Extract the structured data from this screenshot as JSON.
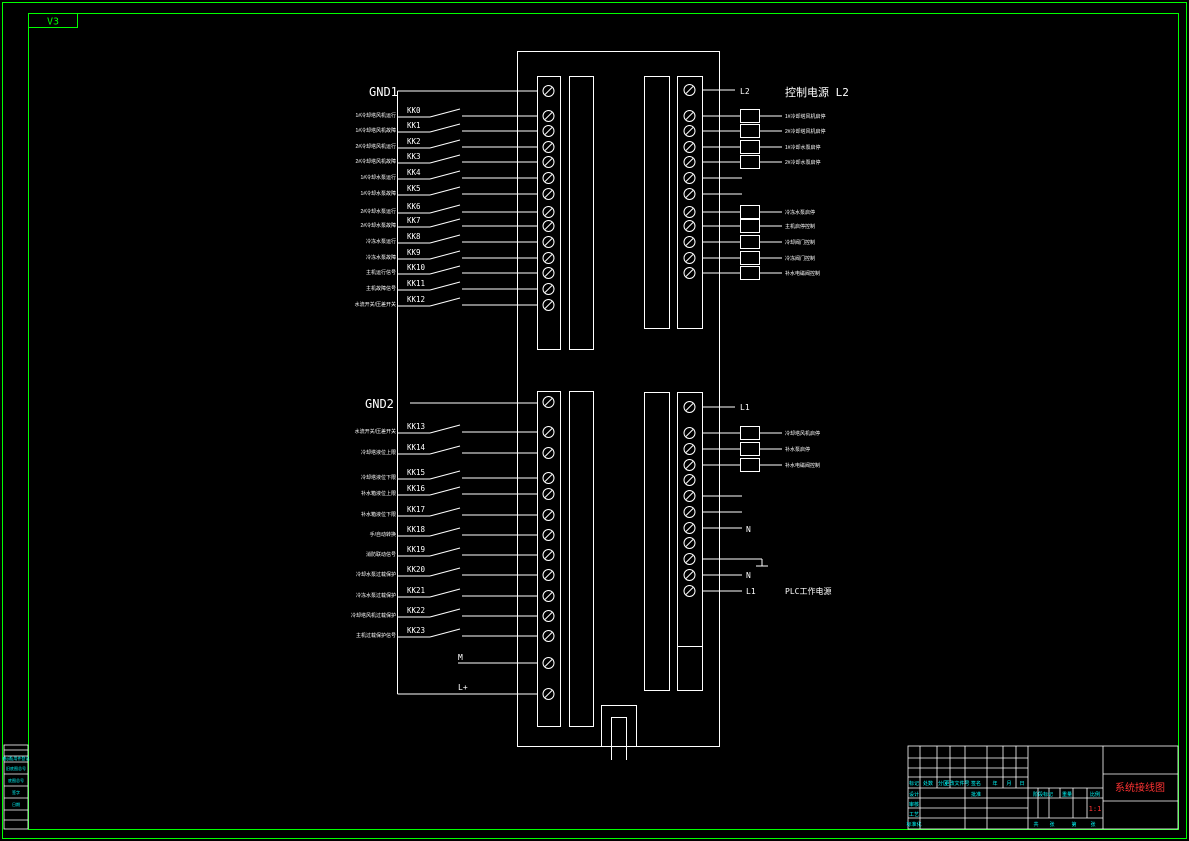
{
  "drawing": {
    "sheet_tag": "V3",
    "title_block": {
      "title": "系统接线图",
      "scale": "1:1",
      "header_cells": [
        "标记",
        "处数",
        "分区",
        "更改文件号",
        "签名",
        "年",
        "月",
        "日"
      ],
      "role_labels": [
        "设计",
        "审核",
        "工艺",
        "标准化",
        "批准"
      ],
      "stage_labels": [
        "阶段标记",
        "重量",
        "比例"
      ],
      "sheet_labels": [
        "共",
        "张",
        "第",
        "张"
      ]
    },
    "margin_labels": [
      "借(通)用件登记",
      "旧底图总号",
      "底图总号",
      "签字",
      "日期"
    ],
    "colors": {
      "background": "#000000",
      "line": "#ffffff",
      "frame": "#00ff00",
      "annotation": "#00ffff",
      "highlight": "#ff3333"
    }
  },
  "terminal_block": {
    "top_left": {
      "ground_label": "GND1",
      "rows": [
        {
          "switch": "KK0",
          "signal": "1#冷却塔风机运行"
        },
        {
          "switch": "KK1",
          "signal": "1#冷却塔风机故障"
        },
        {
          "switch": "KK2",
          "signal": "2#冷却塔风机运行"
        },
        {
          "switch": "KK3",
          "signal": "2#冷却塔风机故障"
        },
        {
          "switch": "KK4",
          "signal": "1#冷却水泵运行"
        },
        {
          "switch": "KK5",
          "signal": "1#冷却水泵故障"
        },
        {
          "switch": "KK6",
          "signal": "2#冷却水泵运行"
        },
        {
          "switch": "KK7",
          "signal": "2#冷却水泵故障"
        },
        {
          "switch": "KK8",
          "signal": "冷冻水泵运行"
        },
        {
          "switch": "KK9",
          "signal": "冷冻水泵故障"
        },
        {
          "switch": "KK10",
          "signal": "主机运行信号"
        },
        {
          "switch": "KK11",
          "signal": "主机故障信号"
        },
        {
          "switch": "KK12",
          "signal": "水流开关/压差开关"
        }
      ]
    },
    "top_right": {
      "power_label": "L2",
      "power_desc": "控制电源 L2",
      "outputs": [
        "1#冷却塔风机启停",
        "2#冷却塔风机启停",
        "1#冷却水泵启停",
        "2#冷却水泵启停",
        "",
        "",
        "冷冻水泵启停",
        "主机启停控制",
        "冷却阀门控制",
        "冷冻阀门控制",
        "补水电磁阀控制"
      ]
    },
    "bottom_left": {
      "ground_label": "GND2",
      "rows": [
        {
          "switch": "KK13",
          "signal": "水流开关/压差开关"
        },
        {
          "switch": "KK14",
          "signal": "冷却塔液位上限"
        },
        {
          "switch": "KK15",
          "signal": "冷却塔液位下限"
        },
        {
          "switch": "KK16",
          "signal": "补水箱液位上限"
        },
        {
          "switch": "KK17",
          "signal": "补水箱液位下限"
        },
        {
          "switch": "KK18",
          "signal": "手/自动转换"
        },
        {
          "switch": "KK19",
          "signal": "消防联动信号"
        },
        {
          "switch": "KK20",
          "signal": "冷却水泵过载保护"
        },
        {
          "switch": "KK21",
          "signal": "冷冻水泵过载保护"
        },
        {
          "switch": "KK22",
          "signal": "冷却塔风机过载保护"
        },
        {
          "switch": "KK23",
          "signal": "主机过载保护信号"
        }
      ],
      "m_label": "M",
      "lplus_label": "L+"
    },
    "bottom_right": {
      "power_label": "L1",
      "outputs": [
        "冷却塔风机启停",
        "补水泵启停",
        "补水电磁阀控制"
      ],
      "n_label": "N",
      "n2_label": "N",
      "l1_label": "L1",
      "plc_note": "PLC工作电源"
    }
  }
}
